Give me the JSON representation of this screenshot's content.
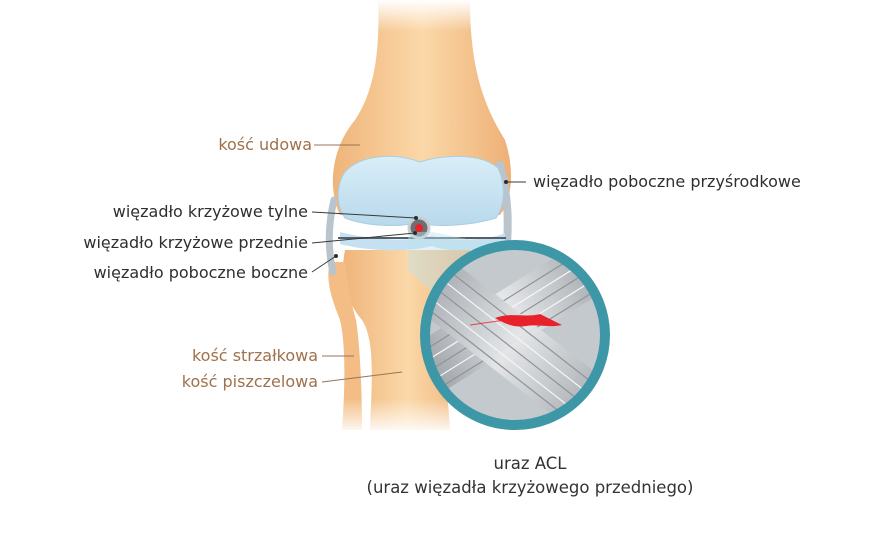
{
  "labels": {
    "femur": "kość udowa",
    "mcl": "więzadło poboczne przyśrodkowe",
    "pcl": "więzadło krzyżowe tylne",
    "acl": "więzadło krzyżowe przednie",
    "lcl": "więzadło poboczne boczne",
    "fibula": "kość strzałkowa",
    "tibia": "kość piszczelowa"
  },
  "caption": {
    "line1": "uraz ACL",
    "line2": "(uraz więzadła krzyżowego przedniego)"
  },
  "colors": {
    "bone_label": "#a0714a",
    "ligament_label": "#2f2f2f",
    "bone": "#f6c58e",
    "cartilage": "#cfe6f3",
    "zoom_ring": "#3e97a6",
    "tear": "#e8222b"
  }
}
